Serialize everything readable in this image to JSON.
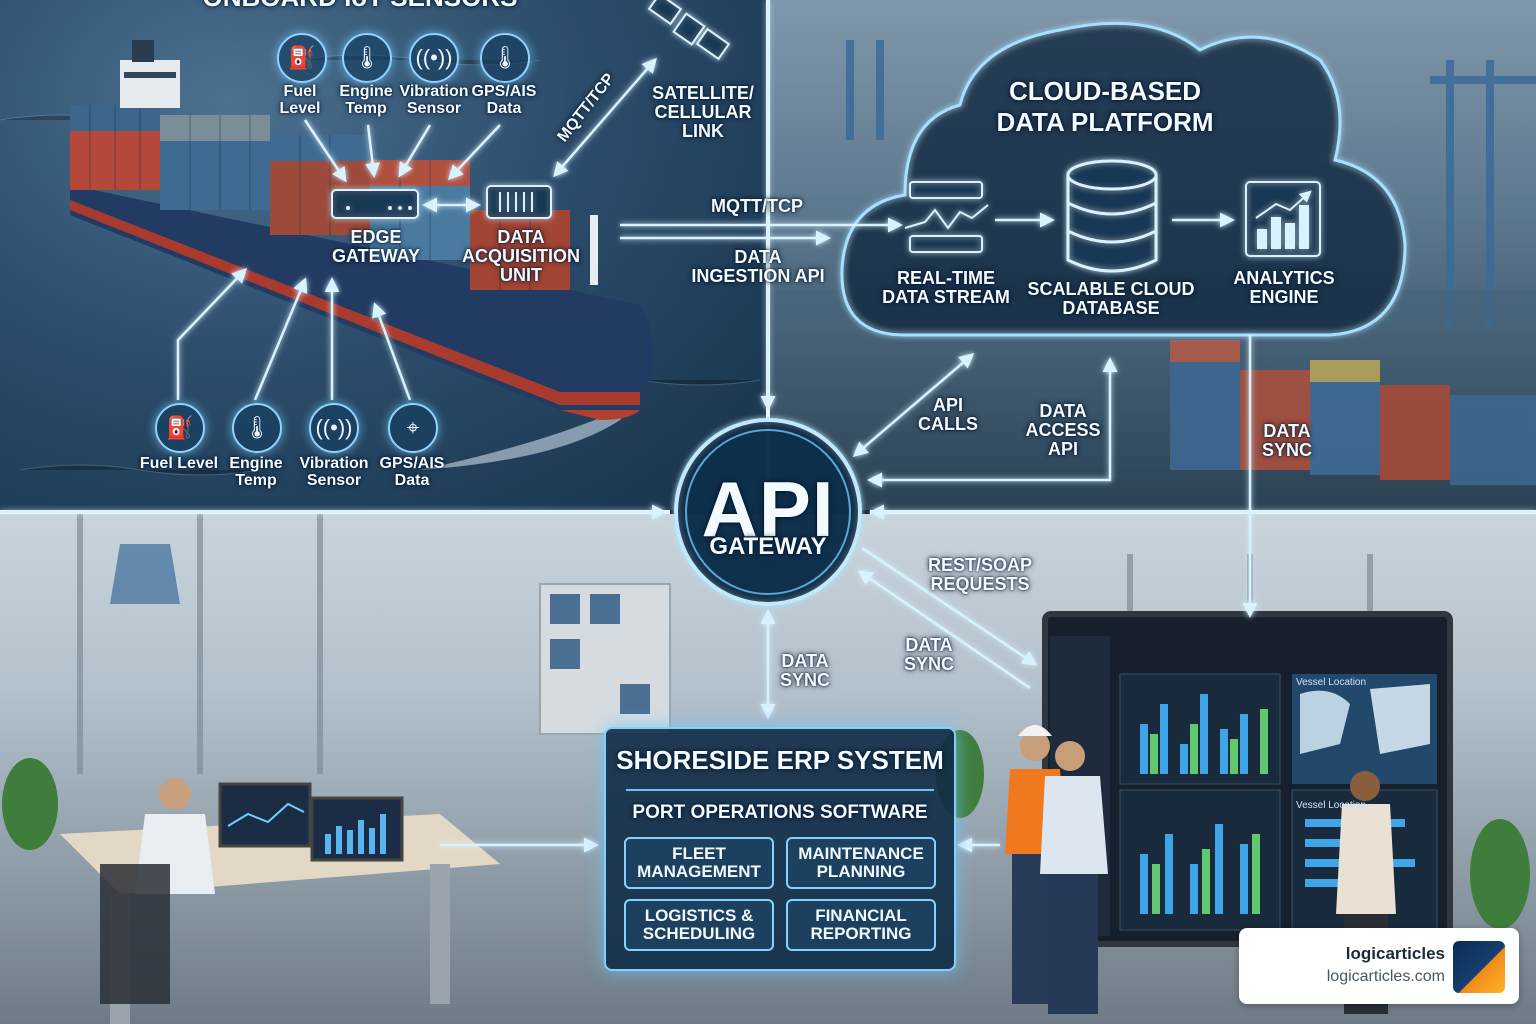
{
  "sections": {
    "onboard_title": "ONBOARD IoT SENSORS",
    "cloud_title": "CLOUD-BASED\nDATA PLATFORM"
  },
  "onboard_sensors_top": [
    {
      "label": "Fuel\nLevel",
      "icon": "fuel-icon"
    },
    {
      "label": "Engine\nTemp",
      "icon": "thermometer-icon"
    },
    {
      "label": "Vibration\nSensor",
      "icon": "vibration-icon"
    },
    {
      "label": "GPS/AIS\nData",
      "icon": "thermometer-icon"
    }
  ],
  "onboard_sensors_bottom": [
    {
      "label": "Fuel Level",
      "icon": "fuel-icon"
    },
    {
      "label": "Engine\nTemp",
      "icon": "thermometer-icon"
    },
    {
      "label": "Vibration\nSensor",
      "icon": "vibration-icon"
    },
    {
      "label": "GPS/AIS\nData",
      "icon": "location-pin-icon"
    }
  ],
  "ship_devices": {
    "edge_gateway": "EDGE\nGATEWAY",
    "data_acquisition": "DATA\nACQUISITION\nUNIT"
  },
  "links": {
    "mqtt_tcp_diag": "MQTT/TCP",
    "satellite": "SATELLITE/\nCELLULAR\nLINK",
    "mqtt_tcp": "MQTT/TCP",
    "ingestion": "DATA\nINGESTION API",
    "api_calls": "API\nCALLS",
    "data_access": "DATA\nACCESS\nAPI",
    "data_sync_right": "DATA\nSYNC",
    "rest_soap": "REST/SOAP\nREQUESTS",
    "data_sync_mid": "DATA\nSYNC",
    "data_sync_down": "DATA\nSYNC"
  },
  "cloud_nodes": [
    {
      "label": "REAL-TIME\nDATA STREAM",
      "icon": "data-stream-icon"
    },
    {
      "label": "SCALABLE CLOUD\nDATABASE",
      "icon": "database-icon"
    },
    {
      "label": "ANALYTICS\nENGINE",
      "icon": "analytics-chart-icon"
    }
  ],
  "api_gateway": {
    "title": "API",
    "subtitle": "GATEWAY"
  },
  "erp": {
    "title": "SHORESIDE ERP SYSTEM",
    "subtitle": "PORT OPERATIONS SOFTWARE",
    "modules": [
      "FLEET\nMANAGEMENT",
      "MAINTENANCE\nPLANNING",
      "LOGISTICS &\nSCHEDULING",
      "FINANCIAL\nREPORTING"
    ]
  },
  "dashboard": {
    "panel_titles": [
      "Vessel Location",
      "Vessel Location"
    ]
  },
  "brand": {
    "name": "logicarticles",
    "url": "logicarticles.com"
  },
  "colors": {
    "accent": "#8fd3ff",
    "arrow": "#bfe9ff",
    "panel": "#102c46"
  }
}
